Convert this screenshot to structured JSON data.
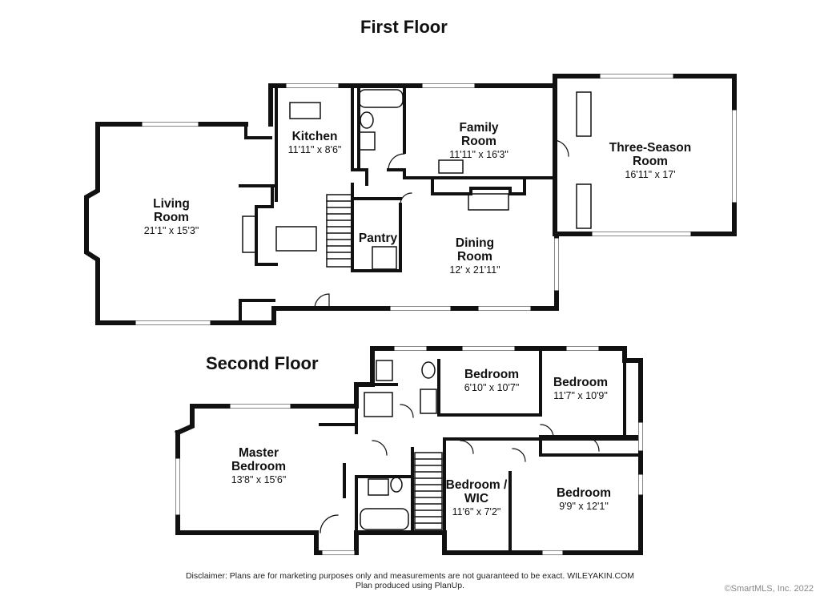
{
  "floors": [
    {
      "title": "First Floor",
      "rooms": [
        {
          "name": [
            "Kitchen"
          ],
          "dim": "11'11\" x 8'6\""
        },
        {
          "name": [
            "Family",
            "Room"
          ],
          "dim": "11'11\" x 16'3\""
        },
        {
          "name": [
            "Three-Season",
            "Room"
          ],
          "dim": "16'11\" x 17'"
        },
        {
          "name": [
            "Living",
            "Room"
          ],
          "dim": "21'1\" x 15'3\""
        },
        {
          "name": [
            "Pantry"
          ],
          "dim": ""
        },
        {
          "name": [
            "Dining",
            "Room"
          ],
          "dim": "12' x 21'11\""
        }
      ]
    },
    {
      "title": "Second Floor",
      "rooms": [
        {
          "name": [
            "Bedroom"
          ],
          "dim": "6'10\" x 10'7\""
        },
        {
          "name": [
            "Bedroom"
          ],
          "dim": "11'7\" x 10'9\""
        },
        {
          "name": [
            "Master",
            "Bedroom"
          ],
          "dim": "13'8\" x 15'6\""
        },
        {
          "name": [
            "Bedroom /",
            "WIC"
          ],
          "dim": "11'6\" x 7'2\""
        },
        {
          "name": [
            "Bedroom"
          ],
          "dim": "9'9\" x 12'1\""
        }
      ]
    }
  ],
  "disclaimer_line1": "Disclaimer: Plans are for marketing purposes only and measurements are not guaranteed to be exact. WILEYAKIN.COM",
  "disclaimer_line2": "Plan produced using PlanUp.",
  "copyright": "©SmartMLS, Inc.  2022"
}
